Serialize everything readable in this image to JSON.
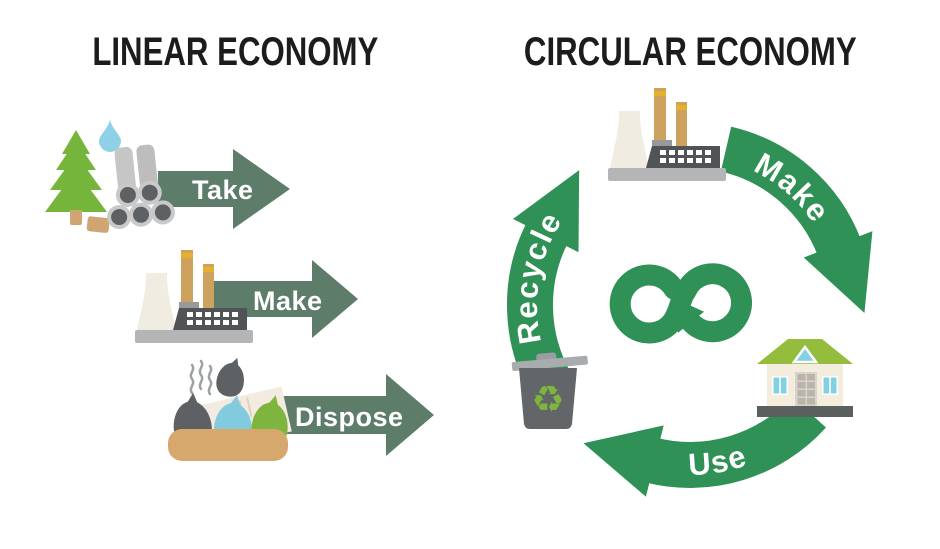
{
  "titles": {
    "linear": "LINEAR ECONOMY",
    "circular": "CIRCULAR ECONOMY"
  },
  "linear": {
    "steps": [
      {
        "label": "Take",
        "icon": "natural-resources-icon"
      },
      {
        "label": "Make",
        "icon": "factory-icon"
      },
      {
        "label": "Dispose",
        "icon": "landfill-waste-icon"
      }
    ]
  },
  "circular": {
    "steps": [
      {
        "label": "Make",
        "icon": "factory-icon"
      },
      {
        "label": "Use",
        "icon": "house-icon"
      },
      {
        "label": "Recycle",
        "icon": "recycle-bin-icon"
      }
    ],
    "center_icon": "infinity-loop-arrow-icon",
    "recycle_glyph": "♻"
  },
  "colors": {
    "linear_arrow": "#5e7c6a",
    "circular_arrow": "#2f9156",
    "title_text": "#1c1c1c",
    "label_text": "#ffffff",
    "tree_green": "#76b53c",
    "trunk_tan": "#cfa573",
    "water_blue": "#8ed0e5",
    "log_gray": "#bdbdbd",
    "log_end_dark": "#5d6163",
    "factory_cream": "#f1ece2",
    "chimney_tan": "#cda15e",
    "chimney_band_yellow": "#e6b02e",
    "building_gray": "#515457",
    "base_gray": "#b3b5b7",
    "ground_tan": "#d7a86e",
    "cardboard_cream": "#f3ebdf",
    "bag_dark": "#5d6163",
    "bag_blue": "#82cbdf",
    "bag_green": "#7db53e",
    "bin_gray": "#636668",
    "bin_lid_gray": "#a9acae",
    "house_roof_green": "#94bd3d",
    "house_wall_cream": "#f4ecdc",
    "house_base_gray": "#5b5f5e",
    "window_blue": "#82d0e2"
  }
}
